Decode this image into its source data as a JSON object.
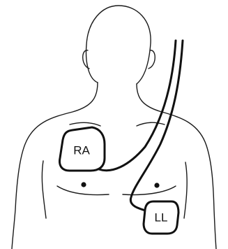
{
  "electrodes": [
    {
      "id": "ra",
      "label": "RA"
    },
    {
      "id": "ll",
      "label": "LL"
    }
  ]
}
